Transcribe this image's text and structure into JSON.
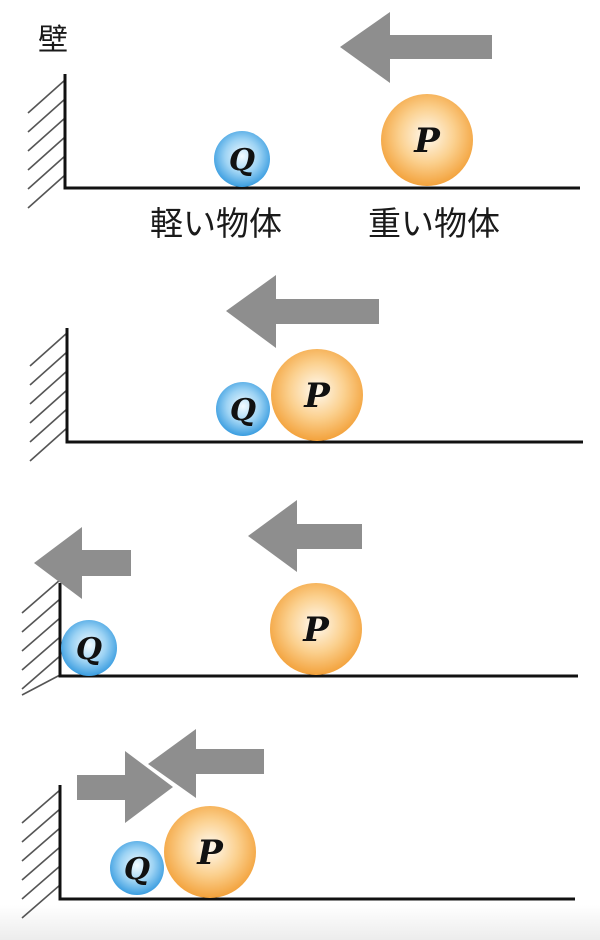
{
  "title": "壁",
  "labels": {
    "light_object": "軽い物体",
    "heavy_object": "重い物体"
  },
  "balls": {
    "light": {
      "letter": "Q",
      "color": "#4aa8e6"
    },
    "heavy": {
      "letter": "P",
      "color": "#f5a94a"
    }
  },
  "colors": {
    "arrow": "#8e8e8e",
    "line": "#111111"
  },
  "panels": [
    {
      "description": "P moves left toward stationary Q",
      "arrows": [
        "P-left"
      ]
    },
    {
      "description": "P collides with Q",
      "arrows": [
        "P-left"
      ]
    },
    {
      "description": "Q moves toward wall, P continues left",
      "arrows": [
        "Q-left",
        "P-left"
      ]
    },
    {
      "description": "Q rebounds from wall and meets P again",
      "arrows": [
        "Q-right",
        "P-left"
      ]
    }
  ]
}
